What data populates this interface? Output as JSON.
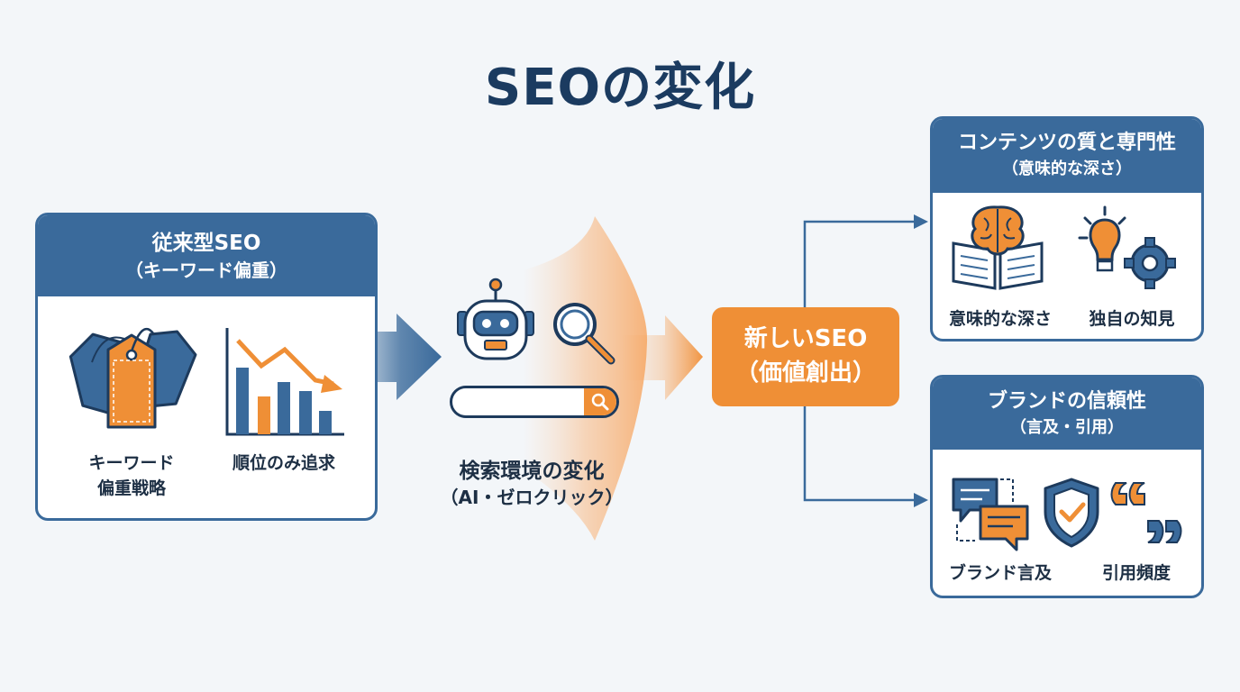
{
  "title": "SEOの変化",
  "traditional": {
    "title": "従来型SEO",
    "subtitle": "（キーワード偏重）",
    "items": [
      "キーワード\n偏重戦略",
      "順位のみ追求"
    ]
  },
  "transition": {
    "title": "検索環境の変化",
    "subtitle": "（AI・ゼロクリック）"
  },
  "new_seo": {
    "title": "新しいSEO",
    "subtitle": "（価値創出）"
  },
  "quality": {
    "title": "コンテンツの質と専門性",
    "subtitle": "（意味的な深さ）",
    "items": [
      "意味的な深さ",
      "独自の知見"
    ]
  },
  "brand": {
    "title": "ブランドの信頼性",
    "subtitle": "（言及・引用）",
    "items": [
      "ブランド言及",
      "引用頻度"
    ]
  },
  "colors": {
    "navy": "#3a6a9b",
    "orange": "#ef8f36",
    "background": "#f3f6f9"
  }
}
